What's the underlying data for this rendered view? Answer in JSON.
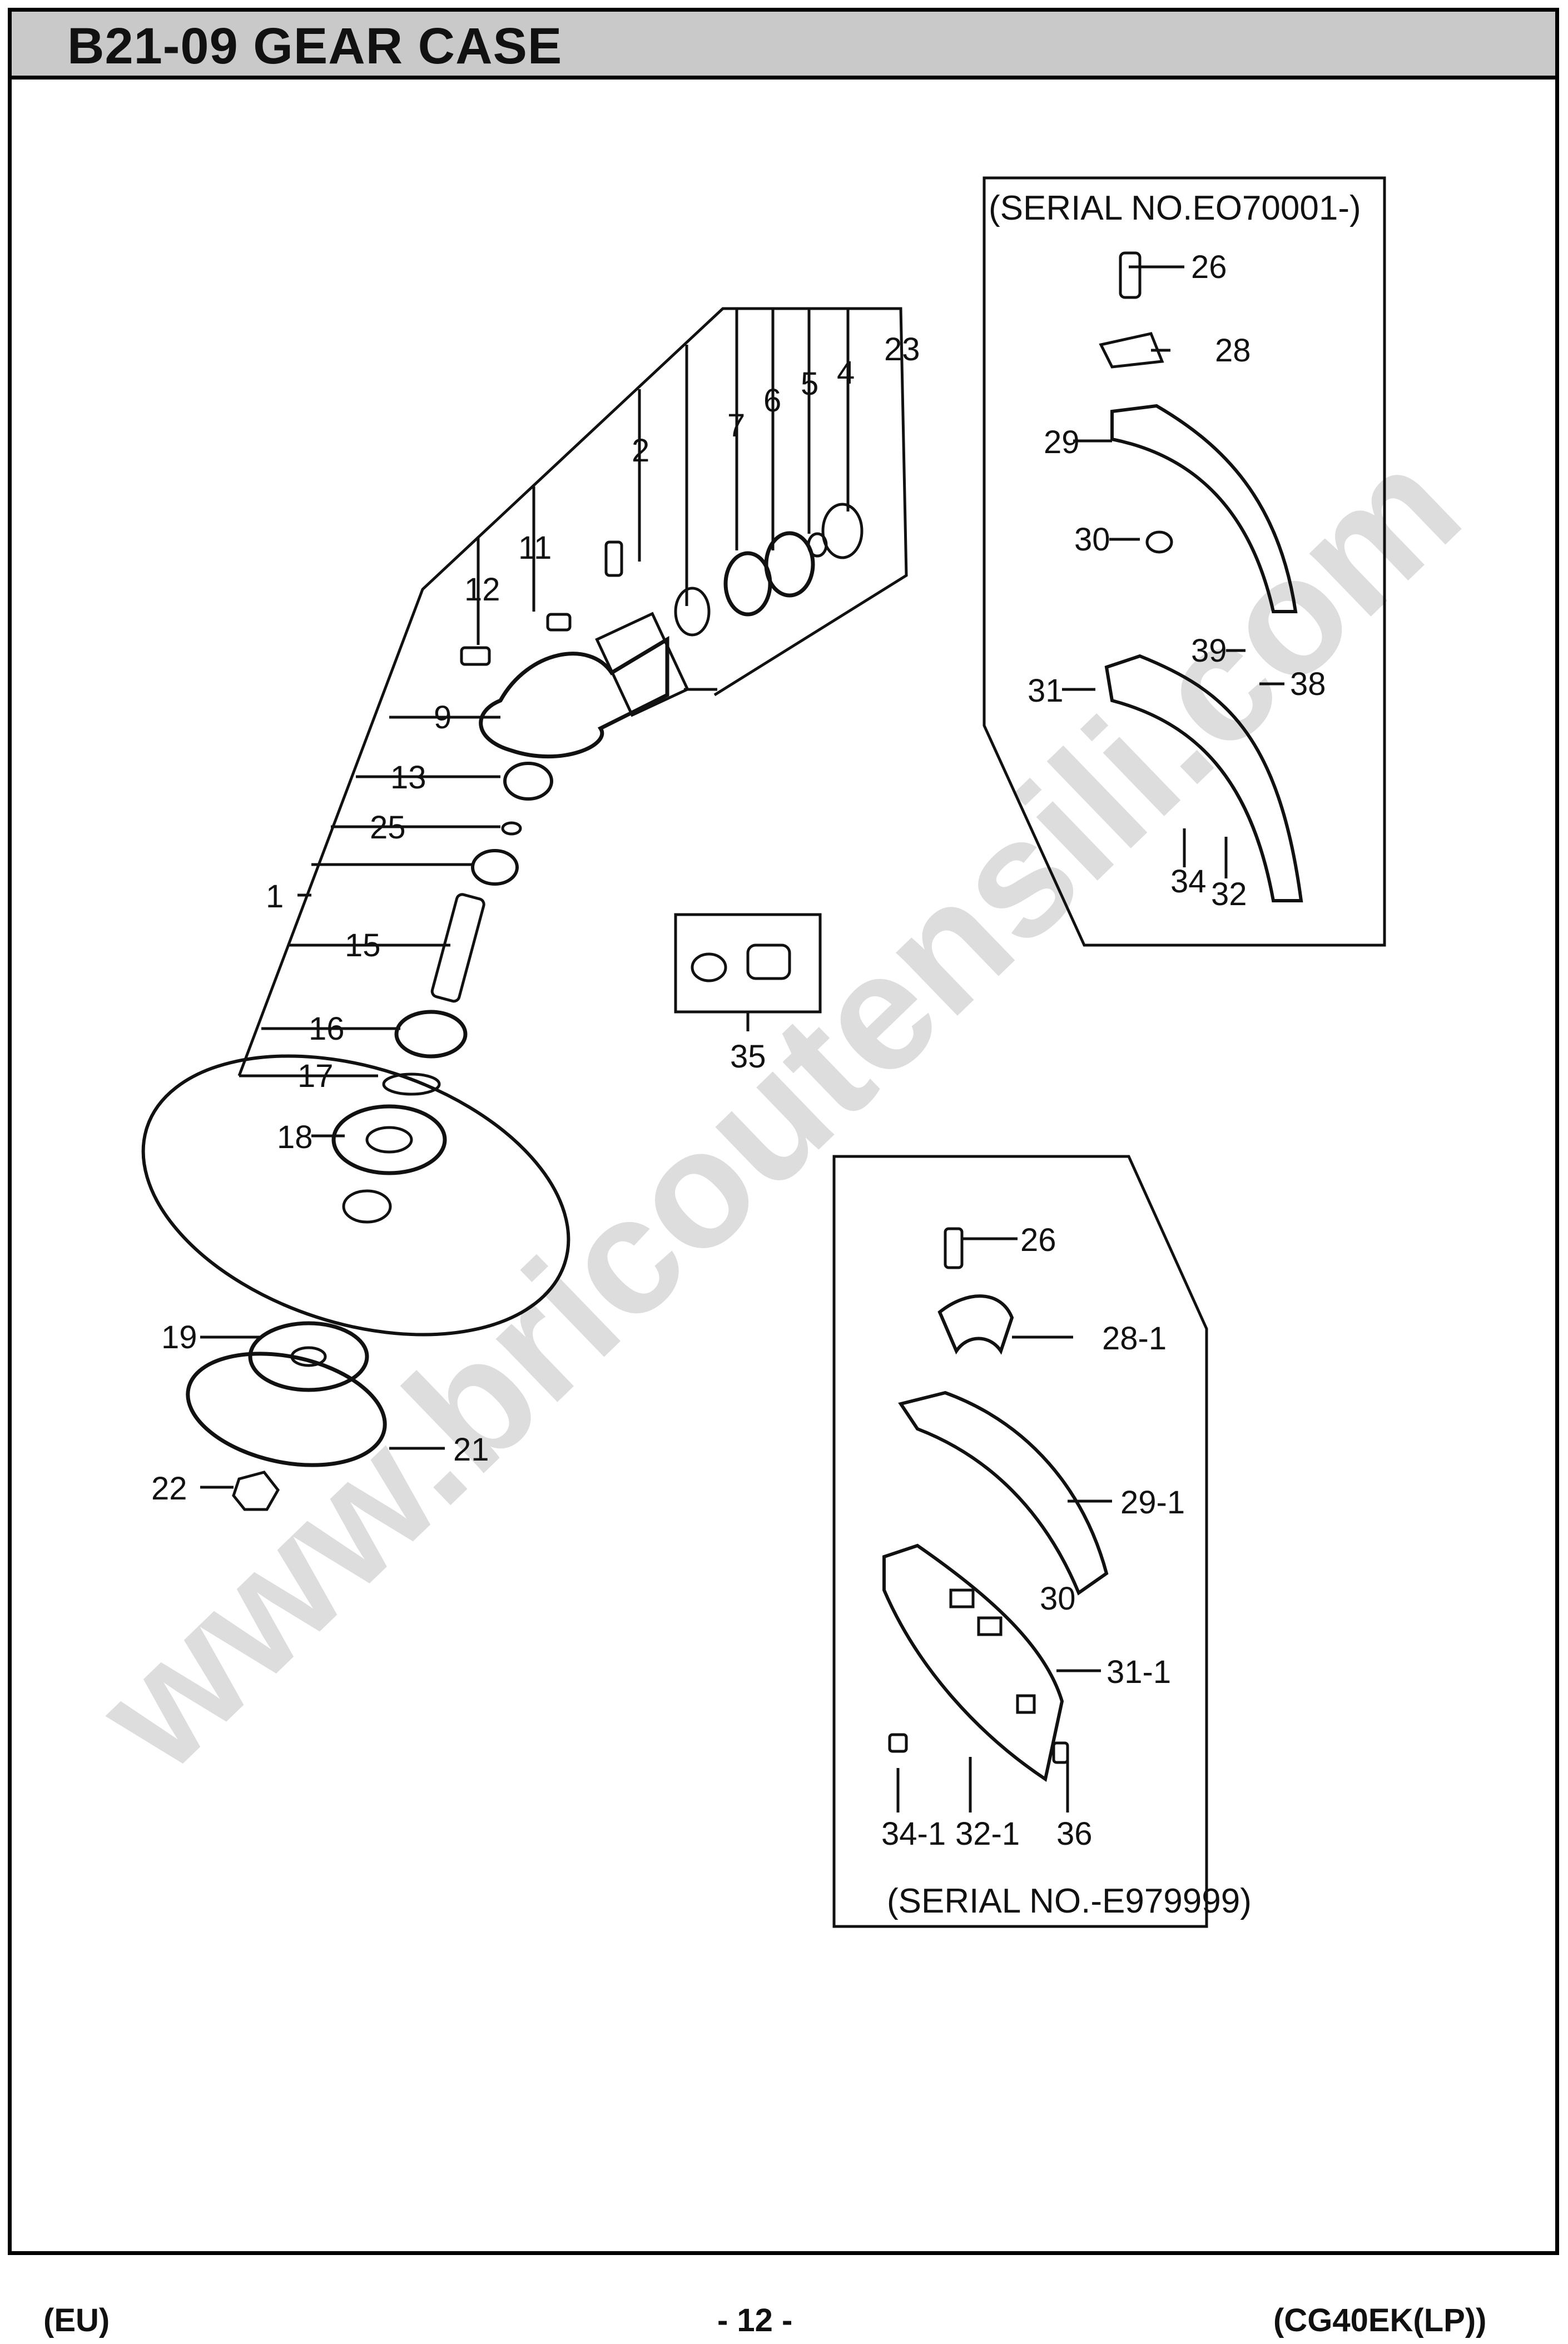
{
  "header": {
    "title": "B21-09 GEAR CASE"
  },
  "footer": {
    "region": "(EU)",
    "page": "- 12 -",
    "model": "(CG40EK(LP))"
  },
  "watermark": "www.bricoutensili.com",
  "insets": {
    "top_serial": "(SERIAL NO.EO70001-)",
    "bottom_serial": "(SERIAL NO.-E979999)"
  },
  "callouts": {
    "c23": "23",
    "c4": "4",
    "c5": "5",
    "c6": "6",
    "c7": "7",
    "c2": "2",
    "c11": "11",
    "c12": "12",
    "c9": "9",
    "c13": "13",
    "c25": "25",
    "c1": "1",
    "c15": "15",
    "c16": "16",
    "c17": "17",
    "c18": "18",
    "c19": "19",
    "c21": "21",
    "c22": "22",
    "c35": "35",
    "t26": "26",
    "t28": "28",
    "t29": "29",
    "t30": "30",
    "t39": "39",
    "t38": "38",
    "t31": "31",
    "t34": "34",
    "t32": "32",
    "b26": "26",
    "b28_1": "28-1",
    "b29_1": "29-1",
    "b30": "30",
    "b31_1": "31-1",
    "b34_1": "34-1",
    "b32_1": "32-1",
    "b36": "36"
  }
}
